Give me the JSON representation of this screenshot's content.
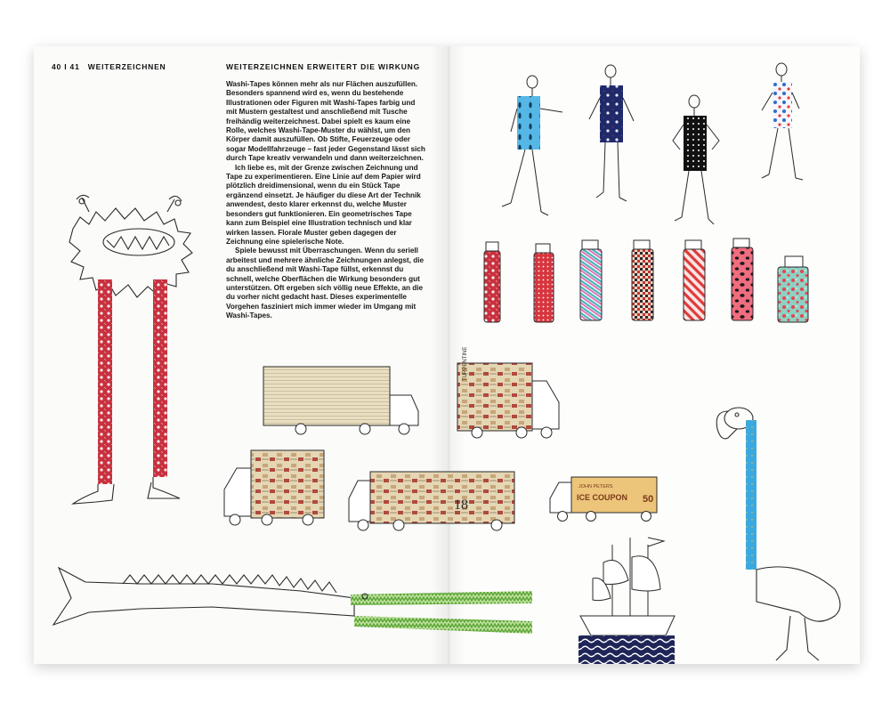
{
  "left_page": {
    "folio": "40 I 41",
    "section": "WEITERZEICHNEN"
  },
  "article": {
    "heading": "WEITERZEICHNEN ERWEITERT DIE WIRKUNG",
    "paragraphs": [
      "Washi-Tapes können mehr als nur Flächen auszufüllen. Besonders spannend wird es, wenn du bestehende Illustrationen oder Figuren mit Washi-Tapes farbig und mit Mustern gestaltest und anschließend mit Tusche freihändig weiterzeichnest. Dabei spielt es kaum eine Rolle, welches Washi-Tape-Muster du wählst, um den Körper damit auszufüllen. Ob Stifte, Feuerzeuge oder sogar Modellfahrzeuge – fast jeder Gegenstand lässt sich durch Tape kreativ verwandeln und dann weiterzeichnen.",
      "Ich liebe es, mit der Grenze zwischen Zeichnung und Tape zu experimentieren. Eine Linie auf dem Papier wird plötzlich dreidimensional, wenn du ein Stück Tape ergänzend einsetzt. Je häufiger du diese Art der Technik anwendest, desto klarer erkennst du, welche Muster besonders gut funktionieren. Ein geometrisches Tape kann zum Beispiel eine Illustration technisch und klar wirken lassen. Florale Muster geben dagegen der Zeichnung eine spielerische Note.",
      "Spiele bewusst mit Überraschungen. Wenn du seriell arbeitest und mehrere ähnliche Zeichnungen anlegst, die du anschließend mit Washi-Tape füllst, erkennst du schnell, welche Oberflächen die Wirkung besonders gut unterstützen. Oft ergeben sich völlig neue Effekte, an die du vorher nicht gedacht hast. Dieses experimentelle Vorgehen fasziniert mich immer wieder im Umgang mit Washi-Tapes."
    ]
  },
  "illustrations": {
    "monster": "monster-with-floral-tape-legs",
    "figures": [
      "figure-blue-leaf-dress",
      "figure-navy-floral-dress",
      "figure-black-dotted-dress",
      "figure-polka-dot-dress"
    ],
    "lighters": [
      "lighter-red-floral",
      "lighter-red-dots",
      "lighter-turquoise-stripes",
      "lighter-check-pattern",
      "lighter-red-diagonal",
      "lighter-pink-leopard",
      "lighter-mint-floral"
    ],
    "trucks": [
      "truck-ledger-paper",
      "truck-turpentine-labels",
      "truck-vintage-label",
      "truck-ticket-collage",
      "truck-ice-coupon"
    ],
    "truck_labels": {
      "turpentine": "TURPENTINE",
      "ice_coupon": "ICE COUPON",
      "john_peters": "JOHN PETERS",
      "ticket_number": "18",
      "coupon_value": "50"
    },
    "fish": "fish-with-green-tape-jaws",
    "ship": "sailing-ship-on-wave-tape",
    "flamingo": "flamingo-with-blue-tape-neck"
  },
  "colors": {
    "tape_red": "#c8313f",
    "tape_navy": "#1f2557",
    "tape_blue": "#4aaee0",
    "tape_green": "#8fc75a",
    "paper_kraft": "#e8dcc0"
  }
}
